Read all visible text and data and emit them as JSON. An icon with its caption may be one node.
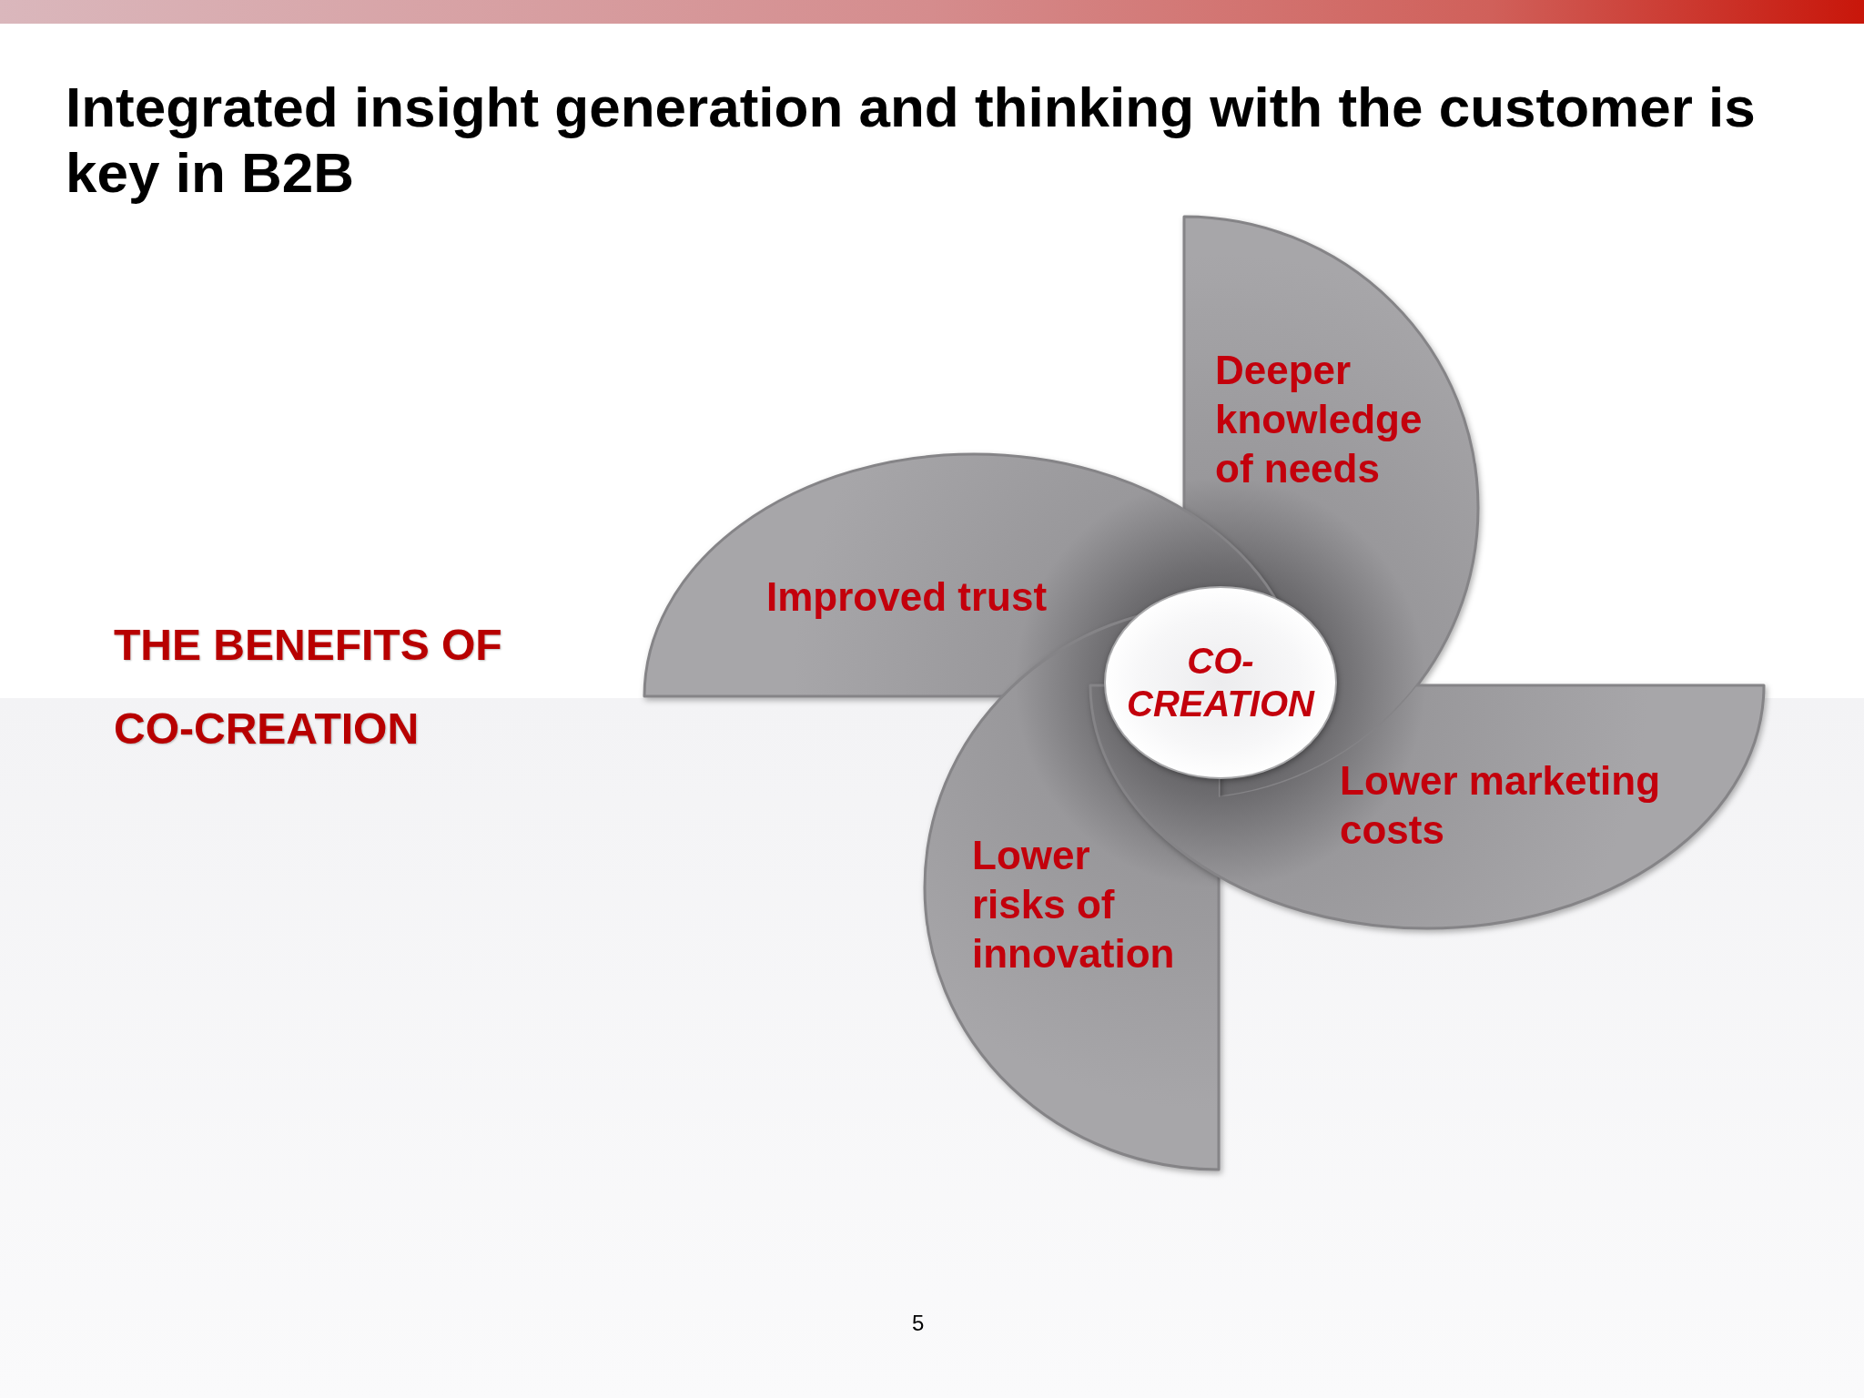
{
  "diagram": {
    "title": "Integrated insight generation and thinking with the customer is key in B2B",
    "nodes": [
      {
        "text": [
          "Deeper knowledge of needs"
        ]
      },
      {
        "text": [
          "Improved trust"
        ]
      },
      {
        "text": [
          "CO-CREATION"
        ]
      },
      {
        "text": [
          "Lower marketing costs"
        ]
      },
      {
        "text": [
          "Lower risks of innovation"
        ]
      }
    ],
    "labels": [
      "THE BENEFITS OF CO-CREATION",
      "5"
    ]
  }
}
